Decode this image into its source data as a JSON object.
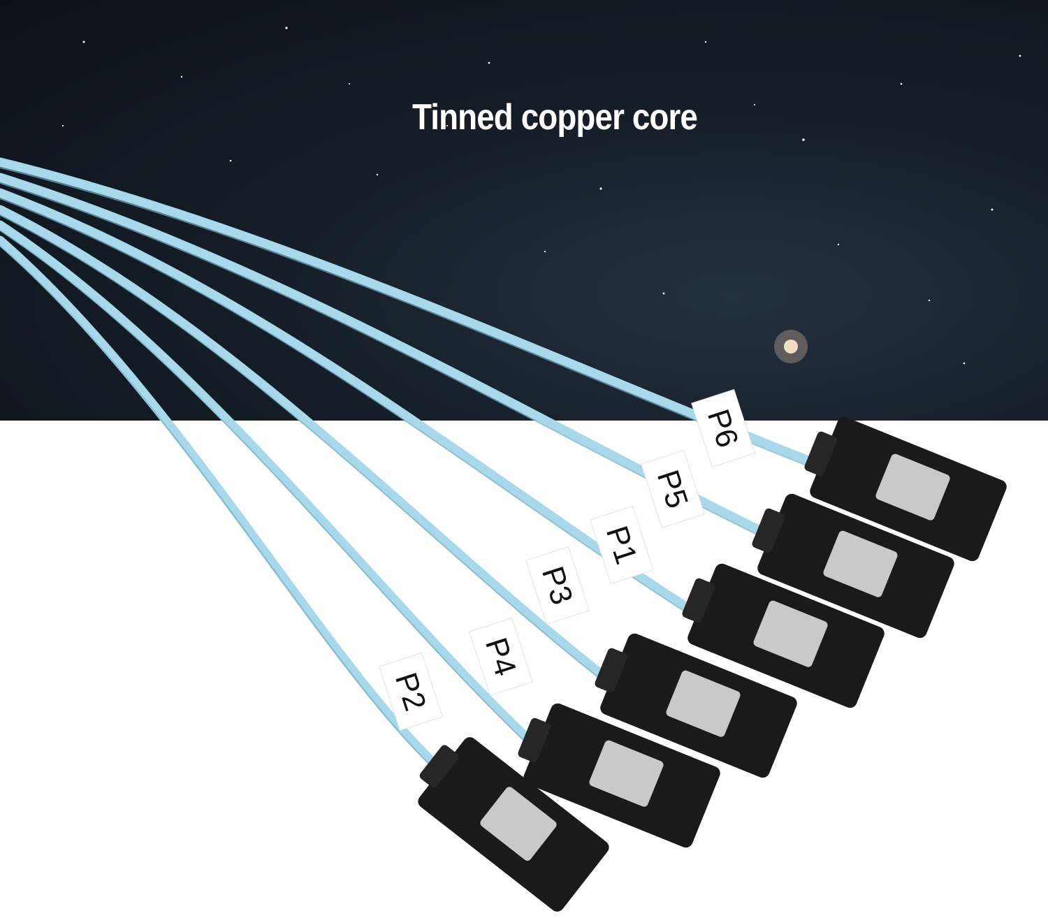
{
  "headline": "Tinned copper core",
  "labels": [
    "P6",
    "P5",
    "P1",
    "P3",
    "P4",
    "P2"
  ],
  "colors": {
    "sky": "#101820",
    "cable": "#a9d8ea",
    "connector": "#1a1a1a",
    "latch": "#c9c9c9",
    "tag": "#ffffff"
  }
}
